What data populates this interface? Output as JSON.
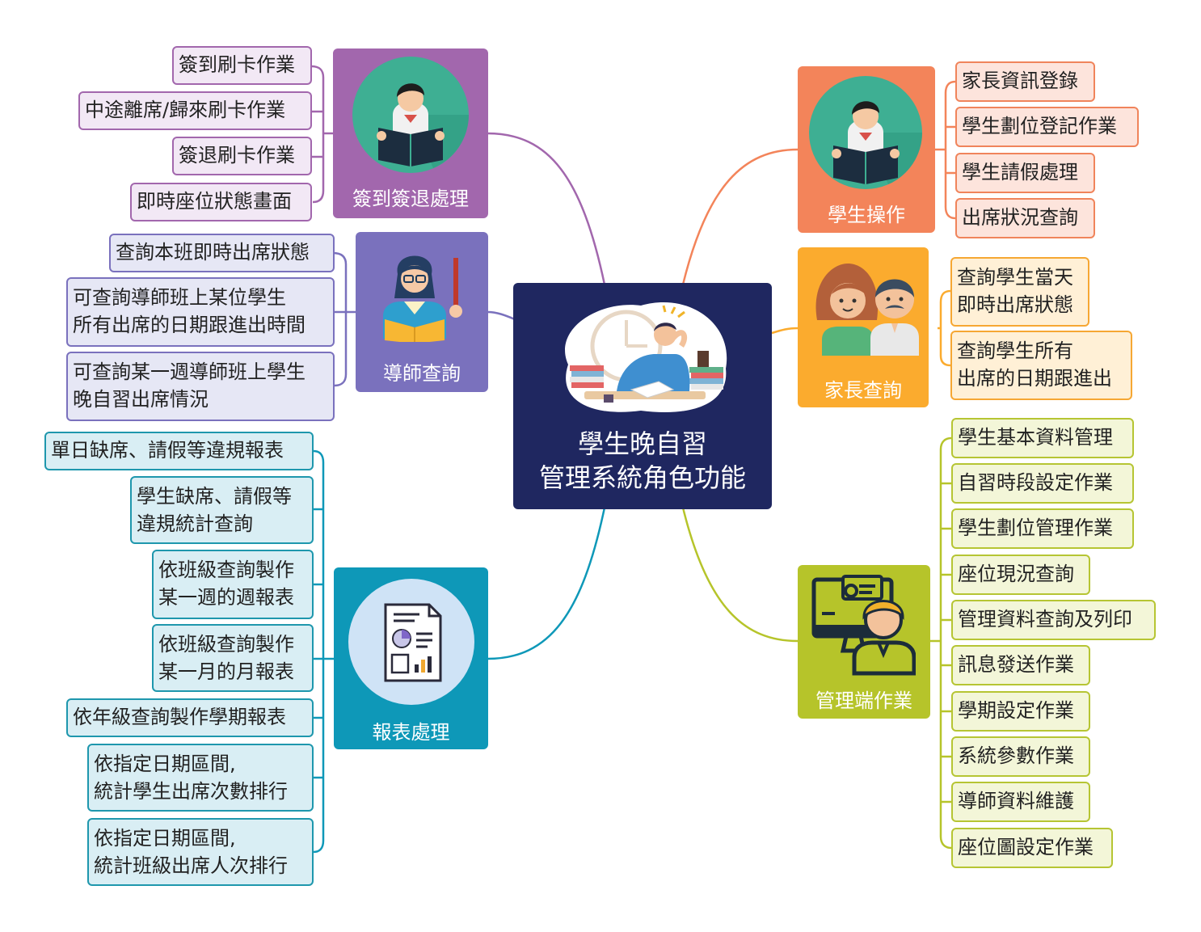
{
  "central": {
    "line1": "學生晚自習",
    "line2": "管理系統角色功能"
  },
  "colors": {
    "central": "#1f2760",
    "signin": "#a267ad",
    "tutor": "#7a71bd",
    "report": "#0e98b8",
    "student": "#f3845a",
    "parent": "#fbab2e",
    "admin": "#b6c42a"
  },
  "signin": {
    "label": "簽到簽退處理",
    "icon": "reading-student-icon",
    "items": [
      "簽到刷卡作業",
      "中途離席/歸來刷卡作業",
      "簽退刷卡作業",
      "即時座位狀態畫面"
    ]
  },
  "tutor": {
    "label": "導師查詢",
    "icon": "teacher-icon",
    "items": [
      [
        "查詢本班即時出席狀態"
      ],
      [
        "可查詢導師班上某位學生",
        "所有出席的日期跟進出時間"
      ],
      [
        "可查詢某一週導師班上學生",
        "晚自習出席情況"
      ]
    ]
  },
  "report": {
    "label": "報表處理",
    "icon": "report-document-icon",
    "items": [
      [
        "單日缺席、請假等違規報表"
      ],
      [
        "學生缺席、請假等",
        "違規統計查詢"
      ],
      [
        "依班級查詢製作",
        "某一週的週報表"
      ],
      [
        "依班級查詢製作",
        "某一月的月報表"
      ],
      [
        "依年級查詢製作學期報表"
      ],
      [
        "依指定日期區間,",
        "統計學生出席次數排行"
      ],
      [
        "依指定日期區間,",
        "統計班級出席人次排行"
      ]
    ]
  },
  "student": {
    "label": "學生操作",
    "icon": "reading-student-icon",
    "items": [
      "家長資訊登錄",
      "學生劃位登記作業",
      "學生請假處理",
      "出席狀況查詢"
    ]
  },
  "parent": {
    "label": "家長查詢",
    "icon": "parents-icon",
    "items": [
      [
        "查詢學生當天",
        "即時出席狀態"
      ],
      [
        "查詢學生所有",
        "出席的日期跟進出"
      ]
    ]
  },
  "admin": {
    "label": "管理端作業",
    "icon": "admin-computer-icon",
    "items": [
      "學生基本資料管理",
      "自習時段設定作業",
      "學生劃位管理作業",
      "座位現況查詢",
      "管理資料查詢及列印",
      "訊息發送作業",
      "學期設定作業",
      "系統參數作業",
      "導師資料維護",
      "座位圖設定作業"
    ]
  }
}
